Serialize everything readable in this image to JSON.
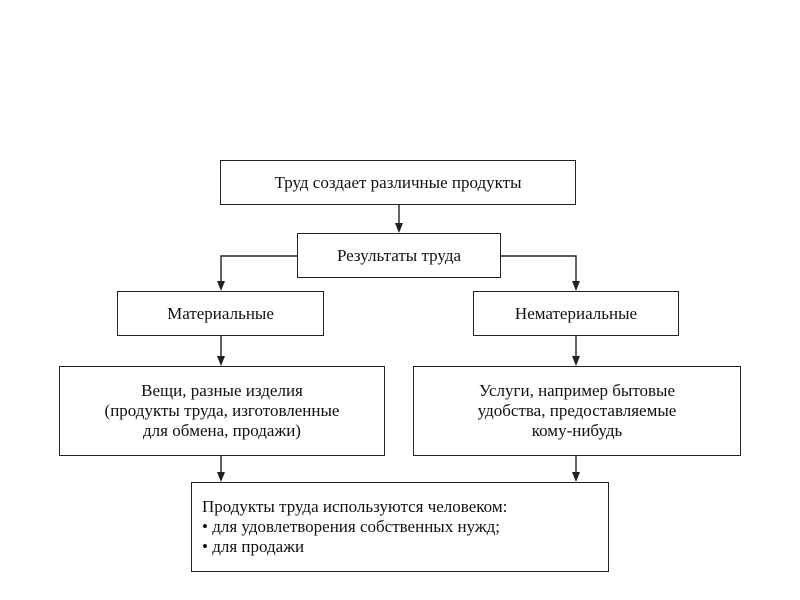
{
  "diagram": {
    "top": "Труд создает различные продукты",
    "results": "Результаты труда",
    "material": "Материальные",
    "nonmaterial": "Нематериальные",
    "material_detail": [
      "Вещи, разные изделия",
      "(продукты труда, изготовленные",
      "для обмена, продажи)"
    ],
    "nonmaterial_detail": [
      "Услуги, например бытовые",
      "удобства, предоставляемые",
      "кому-нибудь"
    ],
    "usage": {
      "title": "Продукты труда используются человеком:",
      "items": [
        "• для удовлетворения собственных нужд;",
        "• для продажи"
      ]
    }
  }
}
